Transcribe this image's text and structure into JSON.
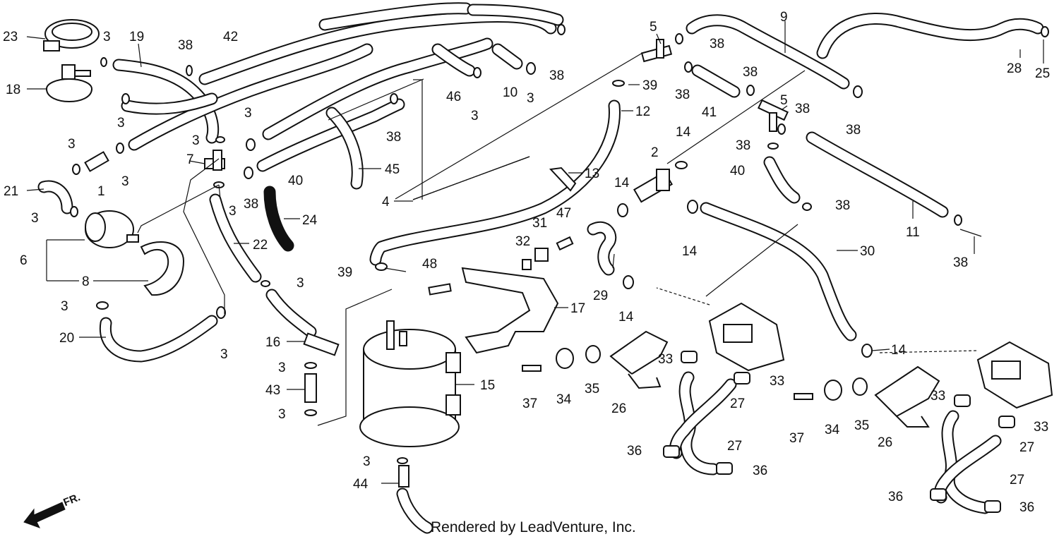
{
  "labels": {
    "l1": "1",
    "l2": "2",
    "l3a": "3",
    "l3b": "3",
    "l3c": "3",
    "l3d": "3",
    "l3e": "3",
    "l3f": "3",
    "l3g": "3",
    "l3h": "3",
    "l3i": "3",
    "l3j": "3",
    "l3k": "3",
    "l3l": "3",
    "l3m": "3",
    "l3n": "3",
    "l3o": "3",
    "l3p": "3",
    "l4": "4",
    "l5a": "5",
    "l5b": "5",
    "l6": "6",
    "l7": "7",
    "l8": "8",
    "l9": "9",
    "l10": "10",
    "l11": "11",
    "l12": "12",
    "l13": "13",
    "l14a": "14",
    "l14b": "14",
    "l14c": "14",
    "l14d": "14",
    "l14e": "14",
    "l15": "15",
    "l16": "16",
    "l17": "17",
    "l18": "18",
    "l19": "19",
    "l20": "20",
    "l21": "21",
    "l22": "22",
    "l23": "23",
    "l24": "24",
    "l25": "25",
    "l26a": "26",
    "l26b": "26",
    "l27a": "27",
    "l27b": "27",
    "l27c": "27",
    "l27d": "27",
    "l28": "28",
    "l29": "29",
    "l30": "30",
    "l31": "31",
    "l32": "32",
    "l33a": "33",
    "l33b": "33",
    "l33c": "33",
    "l33d": "33",
    "l34a": "34",
    "l34b": "34",
    "l35a": "35",
    "l35b": "35",
    "l36a": "36",
    "l36b": "36",
    "l36c": "36",
    "l36d": "36",
    "l37a": "37",
    "l37b": "37",
    "l38a": "38",
    "l38b": "38",
    "l38c": "38",
    "l38d": "38",
    "l38e": "38",
    "l38f": "38",
    "l38g": "38",
    "l38h": "38",
    "l38i": "38",
    "l38j": "38",
    "l38k": "38",
    "l39a": "39",
    "l39b": "39",
    "l40a": "40",
    "l40b": "40",
    "l41": "41",
    "l42": "42",
    "l43": "43",
    "l44": "44",
    "l45": "45",
    "l46": "46",
    "l47": "47",
    "l48": "48"
  },
  "direction_label": "FR.",
  "footer": "Rendered by LeadVenture, Inc.",
  "colors": {
    "line": "#111111",
    "background": "#ffffff"
  }
}
